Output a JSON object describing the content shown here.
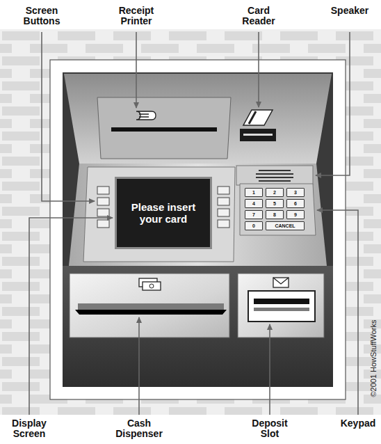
{
  "diagram": {
    "nodes": [
      {
        "text": [
          "Please insert your card"
        ]
      },
      {
        "text": [
          "1"
        ]
      },
      {
        "text": [
          "2"
        ]
      },
      {
        "text": [
          "3"
        ]
      },
      {
        "text": [
          "4"
        ]
      },
      {
        "text": [
          "5"
        ]
      },
      {
        "text": [
          "6"
        ]
      },
      {
        "text": [
          "7"
        ]
      },
      {
        "text": [
          "8"
        ]
      },
      {
        "text": [
          "9"
        ]
      },
      {
        "text": [
          "0"
        ]
      },
      {
        "text": [
          "CANCEL"
        ]
      }
    ],
    "labels": [
      "Screen Buttons",
      "Receipt Printer",
      "Card Reader",
      "Speaker",
      "Display Screen",
      "Cash Dispenser",
      "Deposit Slot",
      "Keypad",
      "©2001 HowStuffWorks"
    ]
  }
}
